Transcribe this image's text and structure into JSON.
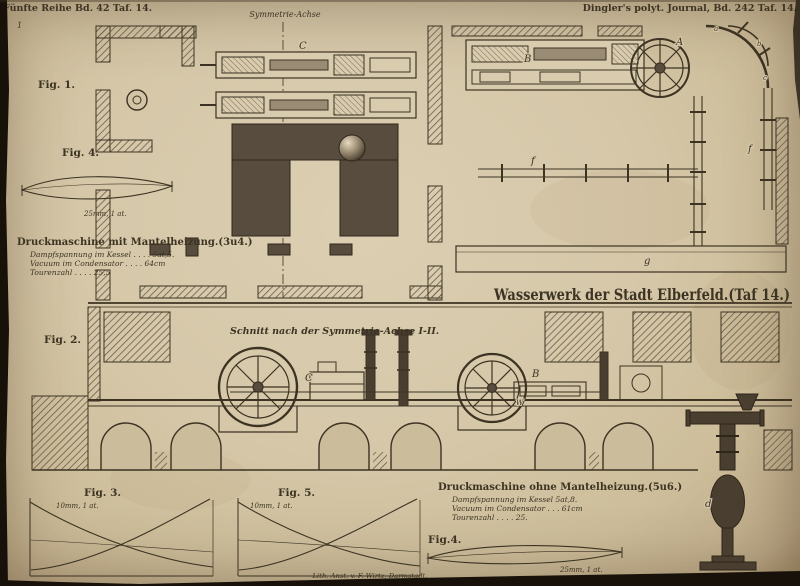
{
  "colors": {
    "paper": "#d5c7a8",
    "ink": "#3c3322",
    "wall_fill": "#584c3f",
    "scan_edge": "#17110a"
  },
  "header": {
    "left": "Fünfte Reihe Bd. 42 Taf. 14.",
    "right": "Dingler's polyt. Journal, Bd. 242 Taf. 14.",
    "corner_mark": "1"
  },
  "plate": {
    "title": "Wasserwerk der Stadt Elberfeld.(Taf 14.)",
    "symmetry_axis": "Symmetrie-Achse",
    "section_caption": "Schnitt nach der Symmetrie-Achse I-II.",
    "imprint": "Lith. Anst. v. F. Wirtz, Darmstadt."
  },
  "figures": {
    "fig1": {
      "label": "Fig. 1."
    },
    "fig2": {
      "label": "Fig. 2."
    },
    "fig3": {
      "label": "Fig. 3.",
      "scale": "10mm, 1 at."
    },
    "fig4_top": {
      "label": "Fig. 4.",
      "scale": "25mm, 1 at."
    },
    "fig4_bottom": {
      "label": "Fig.4.",
      "scale": "25mm, 1 at."
    },
    "fig5": {
      "label": "Fig. 5.",
      "scale": "10mm, 1 at."
    }
  },
  "notes": {
    "with_jacket": {
      "title": "Druckmaschine mit Mantelheizung.(3u4.)",
      "lines": [
        "Dampfspannung im Kessel . . . . 5at,5.",
        "Vacuum im Condensator . . . . 64cm",
        "Tourenzahl . . . . 25,5"
      ]
    },
    "without_jacket": {
      "title": "Druckmaschine ohne Mantelheizung.(5u6.)",
      "lines": [
        "Dampfspannung im Kessel 5at,8.",
        "Vacuum im Condensator . . . 61cm",
        "Tourenzahl . . . . 25."
      ]
    }
  },
  "part_labels": {
    "A": "A",
    "B_plan": "B",
    "C_plan": "C",
    "B_section": "B",
    "C_section": "C",
    "W": "W",
    "a": "a",
    "b": "b",
    "c": "c",
    "d": "d",
    "f_main": "f",
    "f_branch": "f",
    "g": "g"
  }
}
